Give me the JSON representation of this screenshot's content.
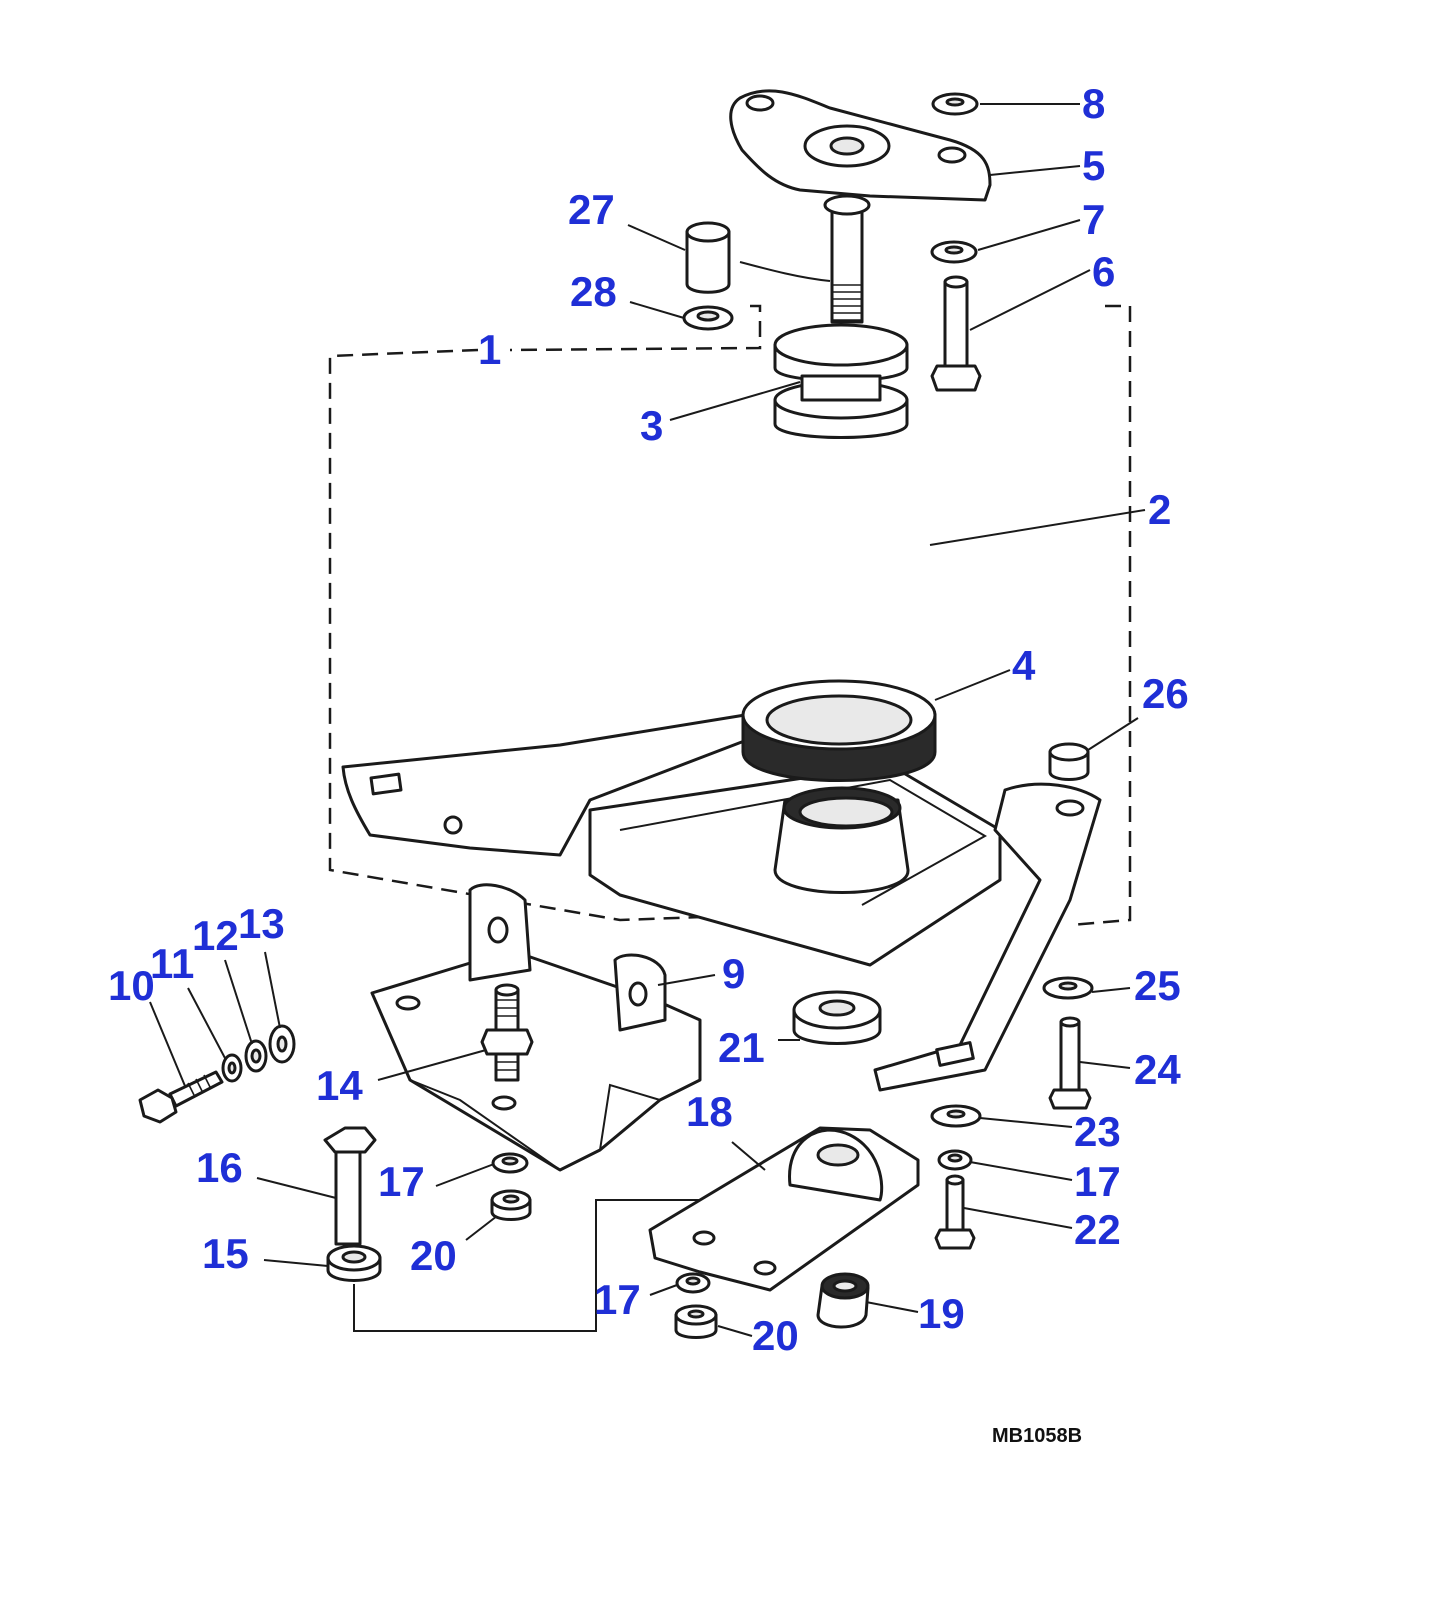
{
  "diagram": {
    "reference_code": "MB1058B",
    "callout_color": "#1f2fd6",
    "callouts": {
      "c1": "1",
      "c2": "2",
      "c3": "3",
      "c4": "4",
      "c5": "5",
      "c6": "6",
      "c7": "7",
      "c8": "8",
      "c9": "9",
      "c10": "10",
      "c11": "11",
      "c12": "12",
      "c13": "13",
      "c14": "14",
      "c15": "15",
      "c16": "16",
      "c17a": "17",
      "c17b": "17",
      "c17c": "17",
      "c18": "18",
      "c19": "19",
      "c20a": "20",
      "c20b": "20",
      "c21": "21",
      "c22": "22",
      "c23": "23",
      "c24": "24",
      "c25": "25",
      "c26": "26",
      "c27": "27",
      "c28": "28"
    }
  }
}
